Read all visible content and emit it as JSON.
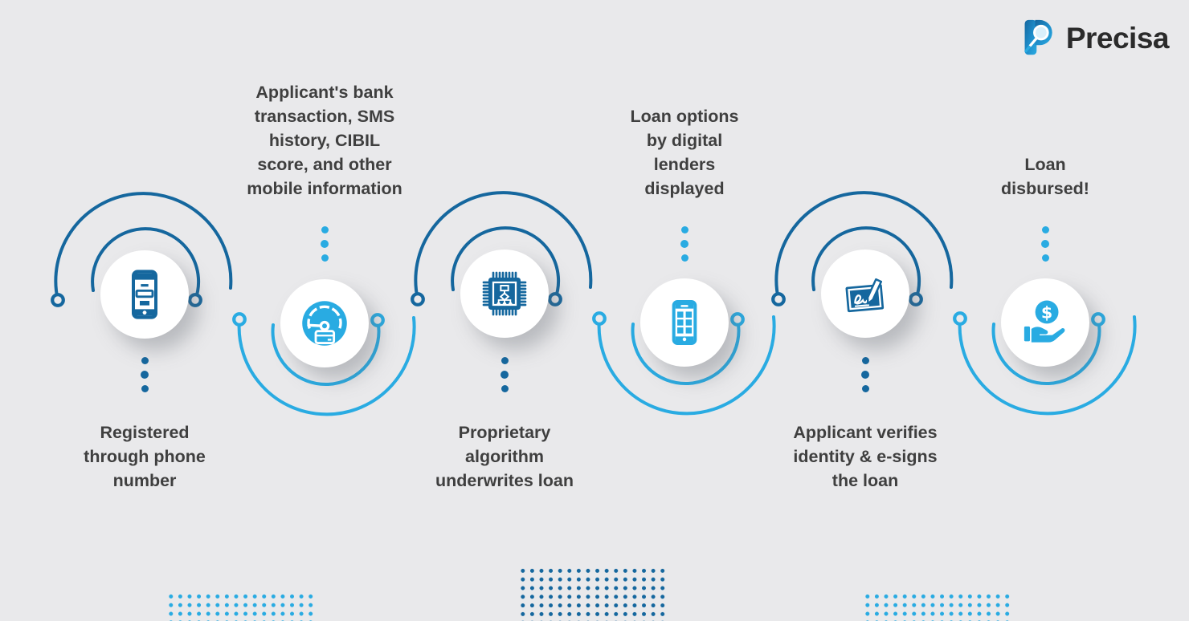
{
  "brand": {
    "name": "Precisa"
  },
  "colors": {
    "dark_blue": "#15679E",
    "light_blue": "#29ABE2",
    "text": "#3F3F3F",
    "background": "#E9E9EB",
    "logo_text": "#2B2B2B"
  },
  "steps": [
    {
      "label": "Registered\nthrough phone\nnumber",
      "icon": "smartphone-login-icon",
      "accent": "dark_blue"
    },
    {
      "label": "Applicant's bank\ntransaction, SMS\nhistory, CIBIL\nscore, and other\nmobile information",
      "icon": "credit-score-gauge-icon",
      "accent": "light_blue"
    },
    {
      "label": "Proprietary\nalgorithm\nunderwrites loan",
      "icon": "cpu-algorithm-icon",
      "accent": "dark_blue"
    },
    {
      "label": "Loan options\nby digital\nlenders\ndisplayed",
      "icon": "smartphone-apps-icon",
      "accent": "light_blue"
    },
    {
      "label": "Applicant verifies\nidentity & e-signs\nthe loan",
      "icon": "esign-document-icon",
      "accent": "dark_blue"
    },
    {
      "label": "Loan\ndisbursed!",
      "icon": "hand-coin-icon",
      "accent": "light_blue",
      "coin_glyph": "$"
    }
  ]
}
